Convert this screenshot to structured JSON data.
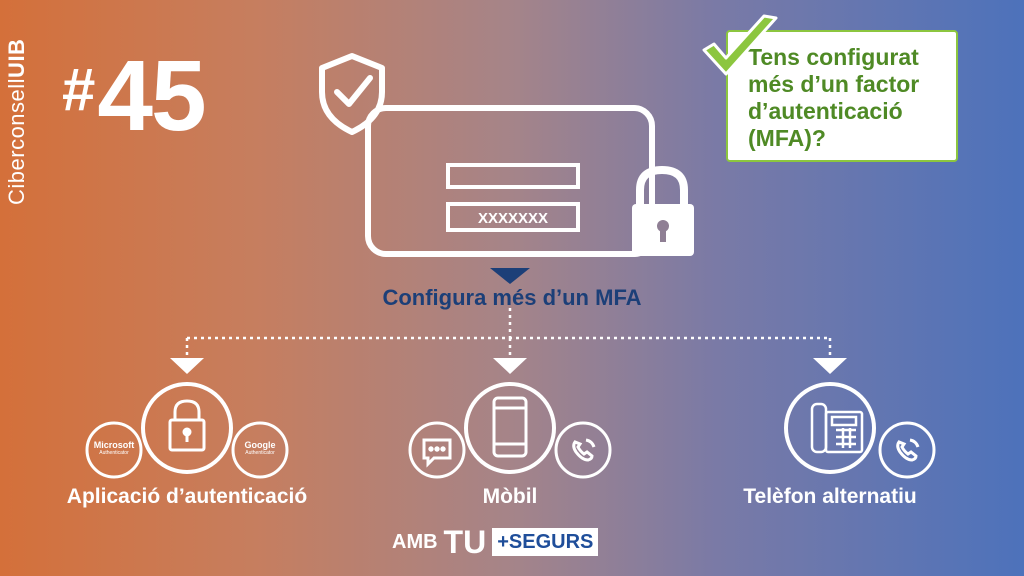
{
  "brand": {
    "prefix": "Ciberconsell",
    "suffix": "UIB"
  },
  "episode": {
    "hash": "#",
    "number": "45"
  },
  "callout": {
    "question": "Tens configurat més d’un factor d’autenticació (MFA)?"
  },
  "login_card": {
    "password_mask": "XXXXXXX"
  },
  "main_label": "Configura més d’un MFA",
  "options": [
    {
      "label": "Aplicació d’autenticació",
      "icon": "padlock-icon"
    },
    {
      "label": "Mòbil",
      "icon": "smartphone-icon"
    },
    {
      "label": "Telèfon alternatiu",
      "icon": "desk-phone-icon"
    }
  ],
  "badges": {
    "microsoft": {
      "name": "Microsoft",
      "sub": "Authenticator"
    },
    "google": {
      "name": "Google",
      "sub": "Authenticator"
    }
  },
  "tagline": {
    "amb": "AMB",
    "tu": "TU",
    "segurs": "+SEGURS"
  },
  "colors": {
    "accent_green": "#8cc63f",
    "text_green": "#4f8a25",
    "navy": "#1c3f78",
    "tag_blue": "#1f4e9a"
  }
}
